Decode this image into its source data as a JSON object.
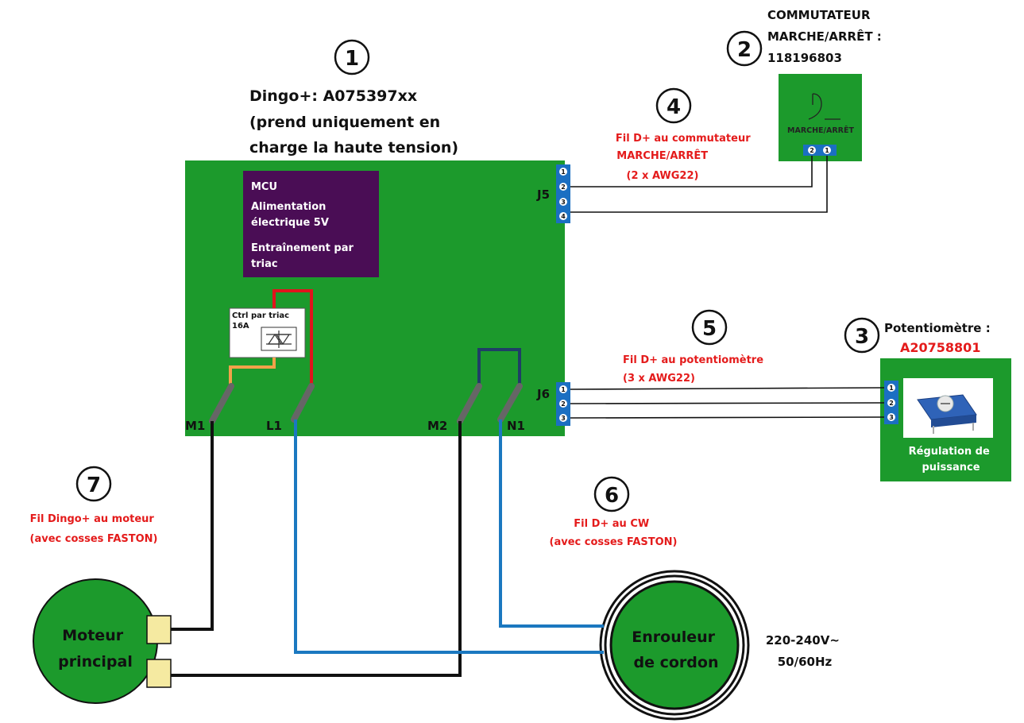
{
  "callouts": {
    "c1": "1",
    "c2": "2",
    "c3": "3",
    "c4": "4",
    "c5": "5",
    "c6": "6",
    "c7": "7"
  },
  "dingo": {
    "title_lines": [
      "Dingo+: A075397xx",
      "(prend uniquement en",
      "charge la haute tension)"
    ],
    "mcu_lines": [
      "MCU",
      "Alimentation",
      "électrique 5V",
      "Entraînement par",
      "triac"
    ],
    "triac_lines": [
      "Ctrl par triac",
      "16A"
    ],
    "terminals": {
      "m1": "M1",
      "l1": "L1",
      "m2": "M2",
      "n1": "N1"
    },
    "j5": "J5",
    "j6": "J6"
  },
  "switch": {
    "title_lines": [
      "COMMUTATEUR",
      "MARCHE/ARRÊT :",
      "118196803"
    ],
    "label": "MARCHE/ARRÊT",
    "pins": [
      "2",
      "1"
    ]
  },
  "pot": {
    "title": "Potentiomètre :",
    "part": "A20758801",
    "label_lines": [
      "Régulation de",
      "puissance"
    ],
    "pins": [
      "1",
      "2",
      "3"
    ]
  },
  "connector_pins": {
    "j5": [
      "1",
      "2",
      "3",
      "4"
    ],
    "j6": [
      "1",
      "2",
      "3"
    ]
  },
  "wire_labels": {
    "w4": [
      "Fil D+ au commutateur",
      "MARCHE/ARRÊT",
      "(2 x AWG22)"
    ],
    "w5": [
      "Fil D+ au potentiomètre",
      "(3 x AWG22)"
    ],
    "w6": [
      "Fil D+ au CW",
      "(avec cosses FASTON)"
    ],
    "w7": [
      "Fil Dingo+ au moteur",
      "(avec cosses FASTON)"
    ]
  },
  "motor": {
    "label_lines": [
      "Moteur",
      "principal"
    ]
  },
  "reel": {
    "label_lines": [
      "Enrouleur",
      "de cordon"
    ]
  },
  "supply": {
    "lines": [
      "220-240V~",
      "50/60Hz"
    ]
  },
  "colors": {
    "board_green": "#1c9a2c",
    "mcu_purple": "#4a0d55",
    "red_label": "#e41b1b",
    "connector_blue": "#1b6fc2",
    "wire_blue": "#1b78c0",
    "wire_black": "#111111",
    "wire_red": "#e0141c",
    "wire_orange": "#f2a24a",
    "wire_navy": "#1f3e66",
    "terminal_yellow": "#f5eaa1"
  }
}
